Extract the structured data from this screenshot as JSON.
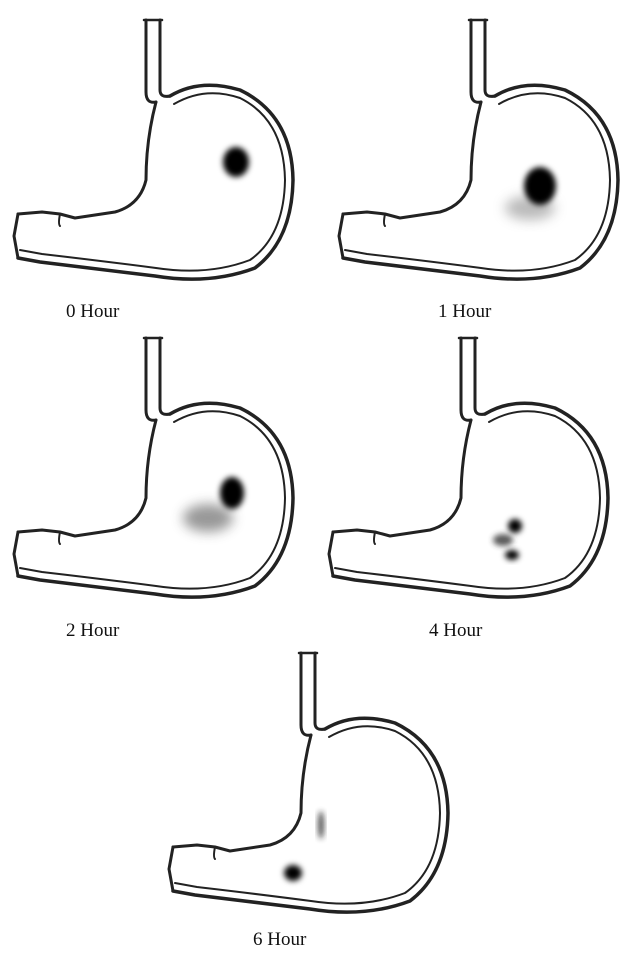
{
  "panels": [
    {
      "label": "0 Hour"
    },
    {
      "label": "1 Hour"
    },
    {
      "label": "2 Hour"
    },
    {
      "label": "4 Hour"
    },
    {
      "label": "6 Hour"
    }
  ]
}
